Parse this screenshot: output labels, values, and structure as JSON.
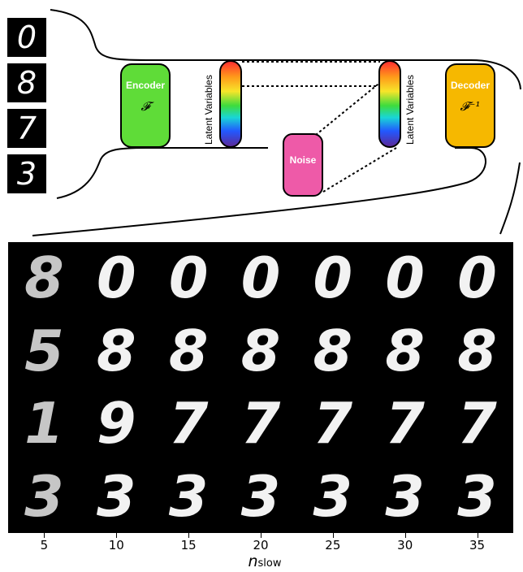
{
  "input_digits": [
    "0",
    "8",
    "7",
    "3"
  ],
  "encoder": {
    "title": "Encoder",
    "symbol": "𝓕",
    "color": "#5fdc38"
  },
  "decoder": {
    "title": "Decoder",
    "symbol": "𝓕⁻¹",
    "color": "#f6b800"
  },
  "noise": {
    "title": "Noise",
    "color": "#ee5aa8"
  },
  "latent_label_1": "Latent Variables",
  "latent_label_2": "Latent Variables",
  "grid": {
    "rows": [
      "0",
      "8",
      "7",
      "3"
    ],
    "columns": [
      5,
      10,
      15,
      20,
      25,
      30,
      35
    ],
    "row_glyphs": [
      [
        "8",
        "0",
        "0",
        "0",
        "0",
        "0",
        "0"
      ],
      [
        "5",
        "8",
        "8",
        "8",
        "8",
        "8",
        "8"
      ],
      [
        "1",
        "9",
        "7",
        "7",
        "7",
        "7",
        "7"
      ],
      [
        "3",
        "3",
        "3",
        "3",
        "3",
        "3",
        "3"
      ]
    ]
  },
  "x_axis": {
    "ticks": [
      "5",
      "10",
      "15",
      "20",
      "25",
      "30",
      "35"
    ],
    "label_main": "n",
    "label_sub": "slow"
  }
}
